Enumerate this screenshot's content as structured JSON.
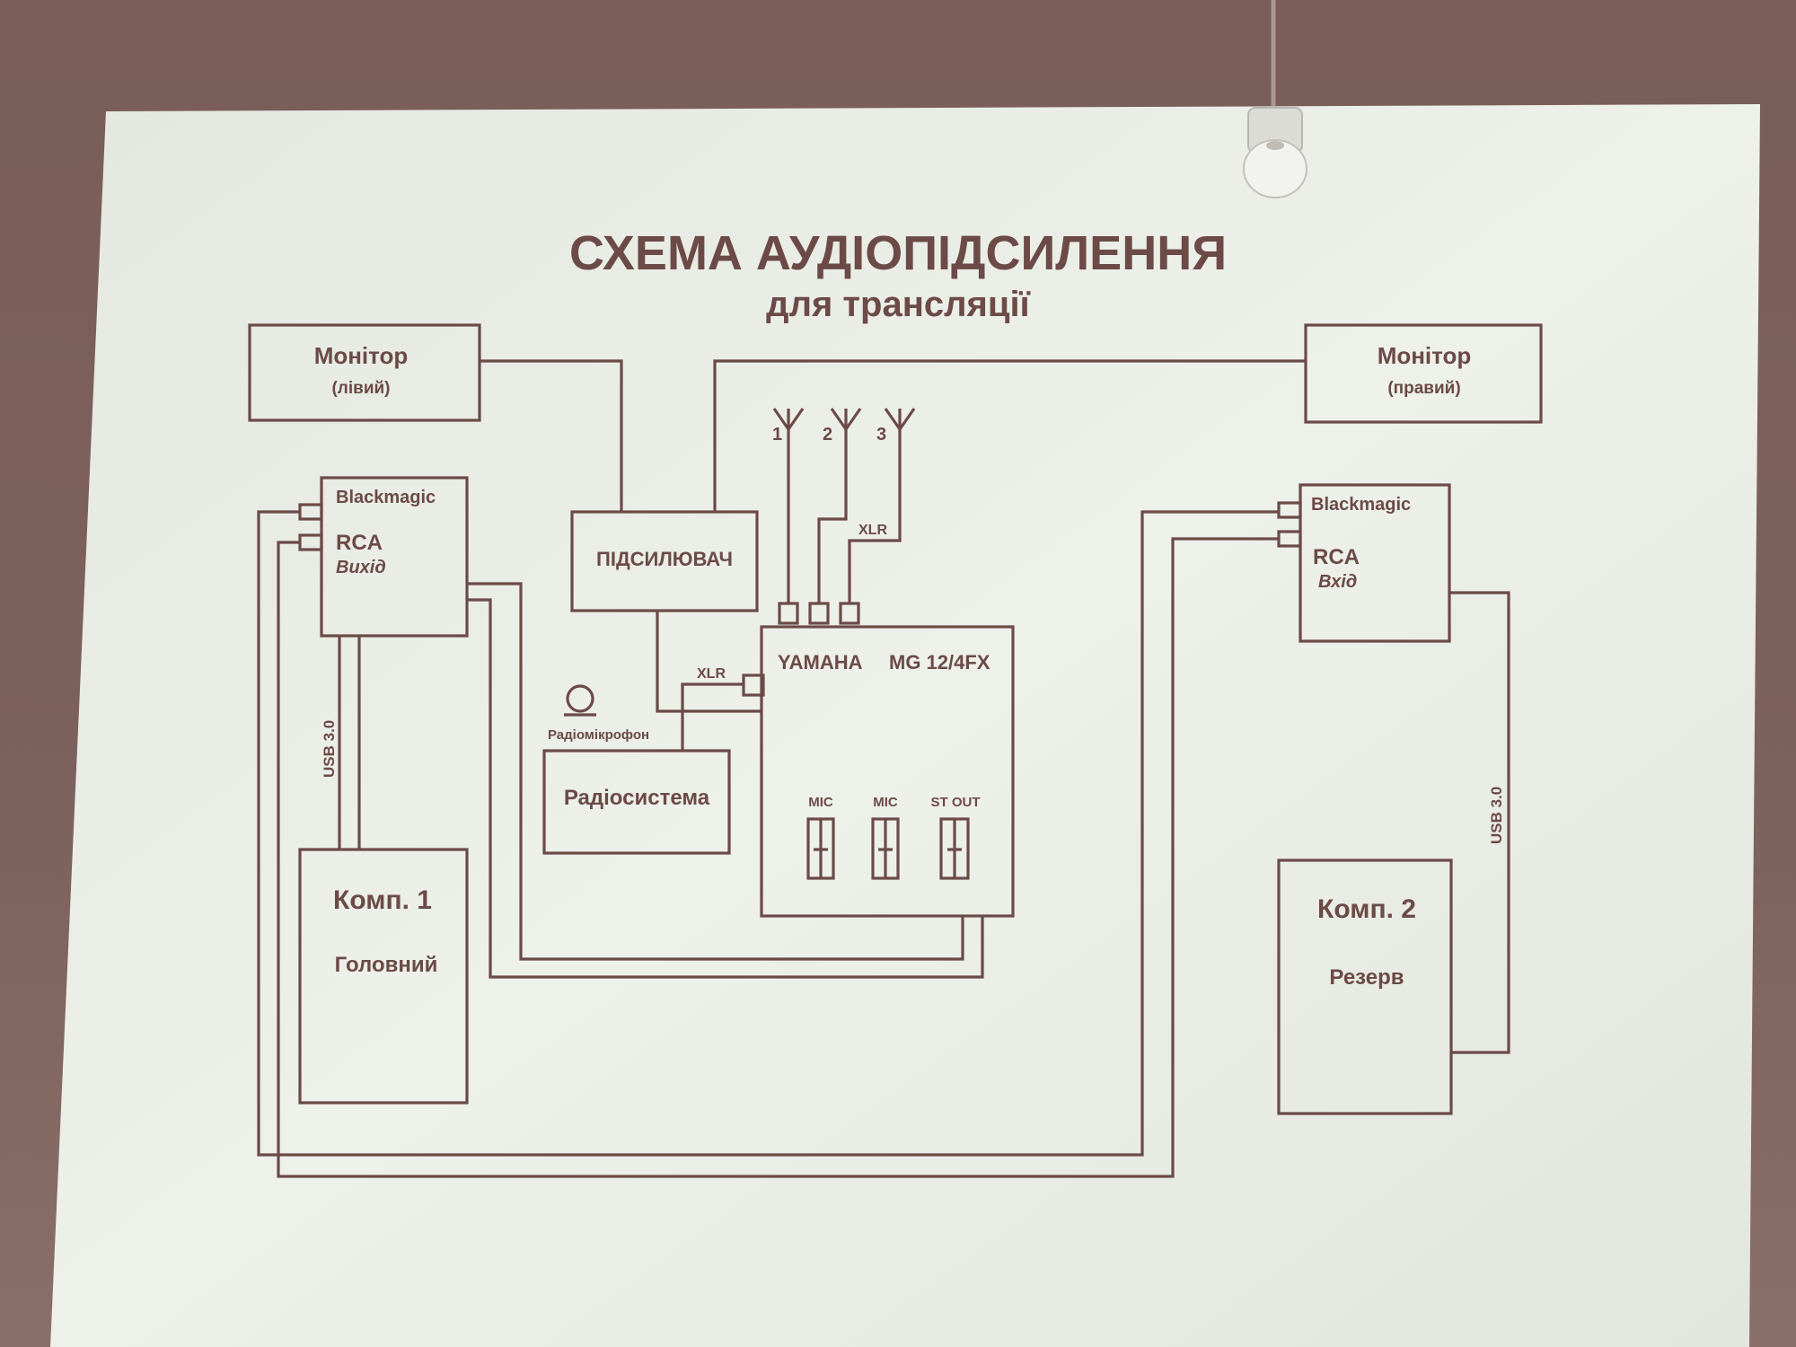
{
  "title": "СХЕМА АУДІОПІДСИЛЕННЯ",
  "subtitle": "для трансляції",
  "monitor_left": {
    "name": "Монітор",
    "sub": "(лівий)"
  },
  "monitor_right": {
    "name": "Монітор",
    "sub": "(правий)"
  },
  "blackmagic_left": {
    "name": "Blackmagic",
    "port": "RCA",
    "dir": "Вихід"
  },
  "blackmagic_right": {
    "name": "Blackmagic",
    "port": "RCA",
    "dir": "Вхід"
  },
  "amplifier": "ПІДСИЛЮВАЧ",
  "mixer": {
    "brand": "YAMAHA",
    "model": "MG 12/4FX"
  },
  "channels": [
    "MIC",
    "MIC",
    "ST OUT"
  ],
  "antennas": [
    "1",
    "2",
    "3"
  ],
  "xlr_top": "XLR",
  "xlr_mid": "XLR",
  "radio_mic": "Радіомікрофон",
  "radio_system": "Радіосистема",
  "usb_left": "USB 3.0",
  "usb_right": "USB 3.0",
  "comp1": {
    "name": "Комп. 1",
    "role": "Головний"
  },
  "comp2": {
    "name": "Комп. 2",
    "role": "Резерв"
  },
  "colors": {
    "ink": "#6b4a47",
    "screen": "#eceee8",
    "wall": "#7d605b"
  }
}
